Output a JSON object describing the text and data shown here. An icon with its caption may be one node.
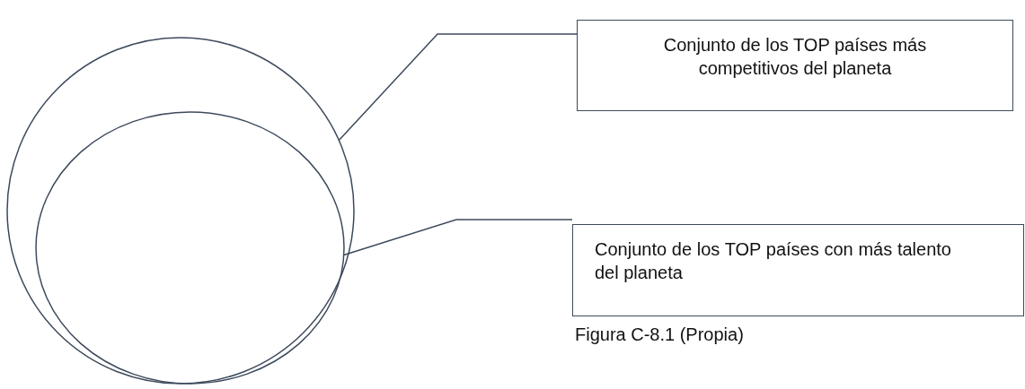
{
  "diagram": {
    "caption": "Figura C-8.1 (Propia)",
    "nodes": [
      {
        "text": [],
        "shape": "circle"
      },
      {
        "text": [],
        "shape": "circle",
        "in": 0
      },
      {
        "text": [
          "Conjunto de los TOP países más competitivos del planeta"
        ]
      },
      {
        "text": [
          "Conjunto de los TOP países con más talento del planeta"
        ]
      }
    ],
    "edges": [
      {
        "from": 2,
        "to": 0,
        "arrow": "none"
      },
      {
        "from": 3,
        "to": 1,
        "arrow": "none"
      }
    ]
  }
}
